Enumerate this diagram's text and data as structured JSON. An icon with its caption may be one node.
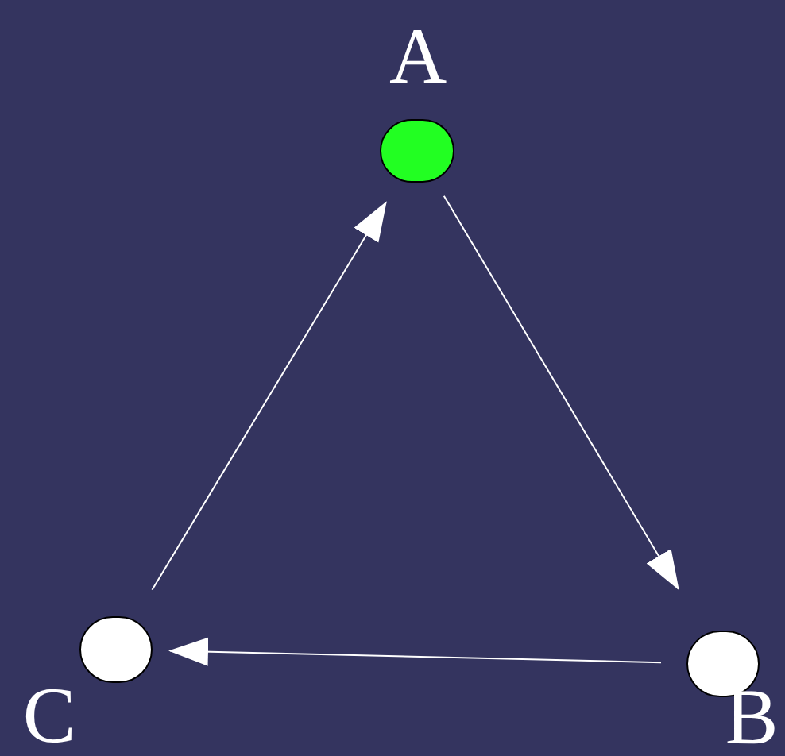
{
  "diagram": {
    "nodes": [
      {
        "text": [
          "A"
        ]
      },
      {
        "text": [
          "B"
        ]
      },
      {
        "text": [
          "C"
        ]
      }
    ],
    "edges": [
      {
        "from": 0,
        "to": 1,
        "arrow": "to"
      },
      {
        "from": 1,
        "to": 2,
        "arrow": "to"
      },
      {
        "from": 2,
        "to": 0,
        "arrow": "to"
      }
    ]
  }
}
